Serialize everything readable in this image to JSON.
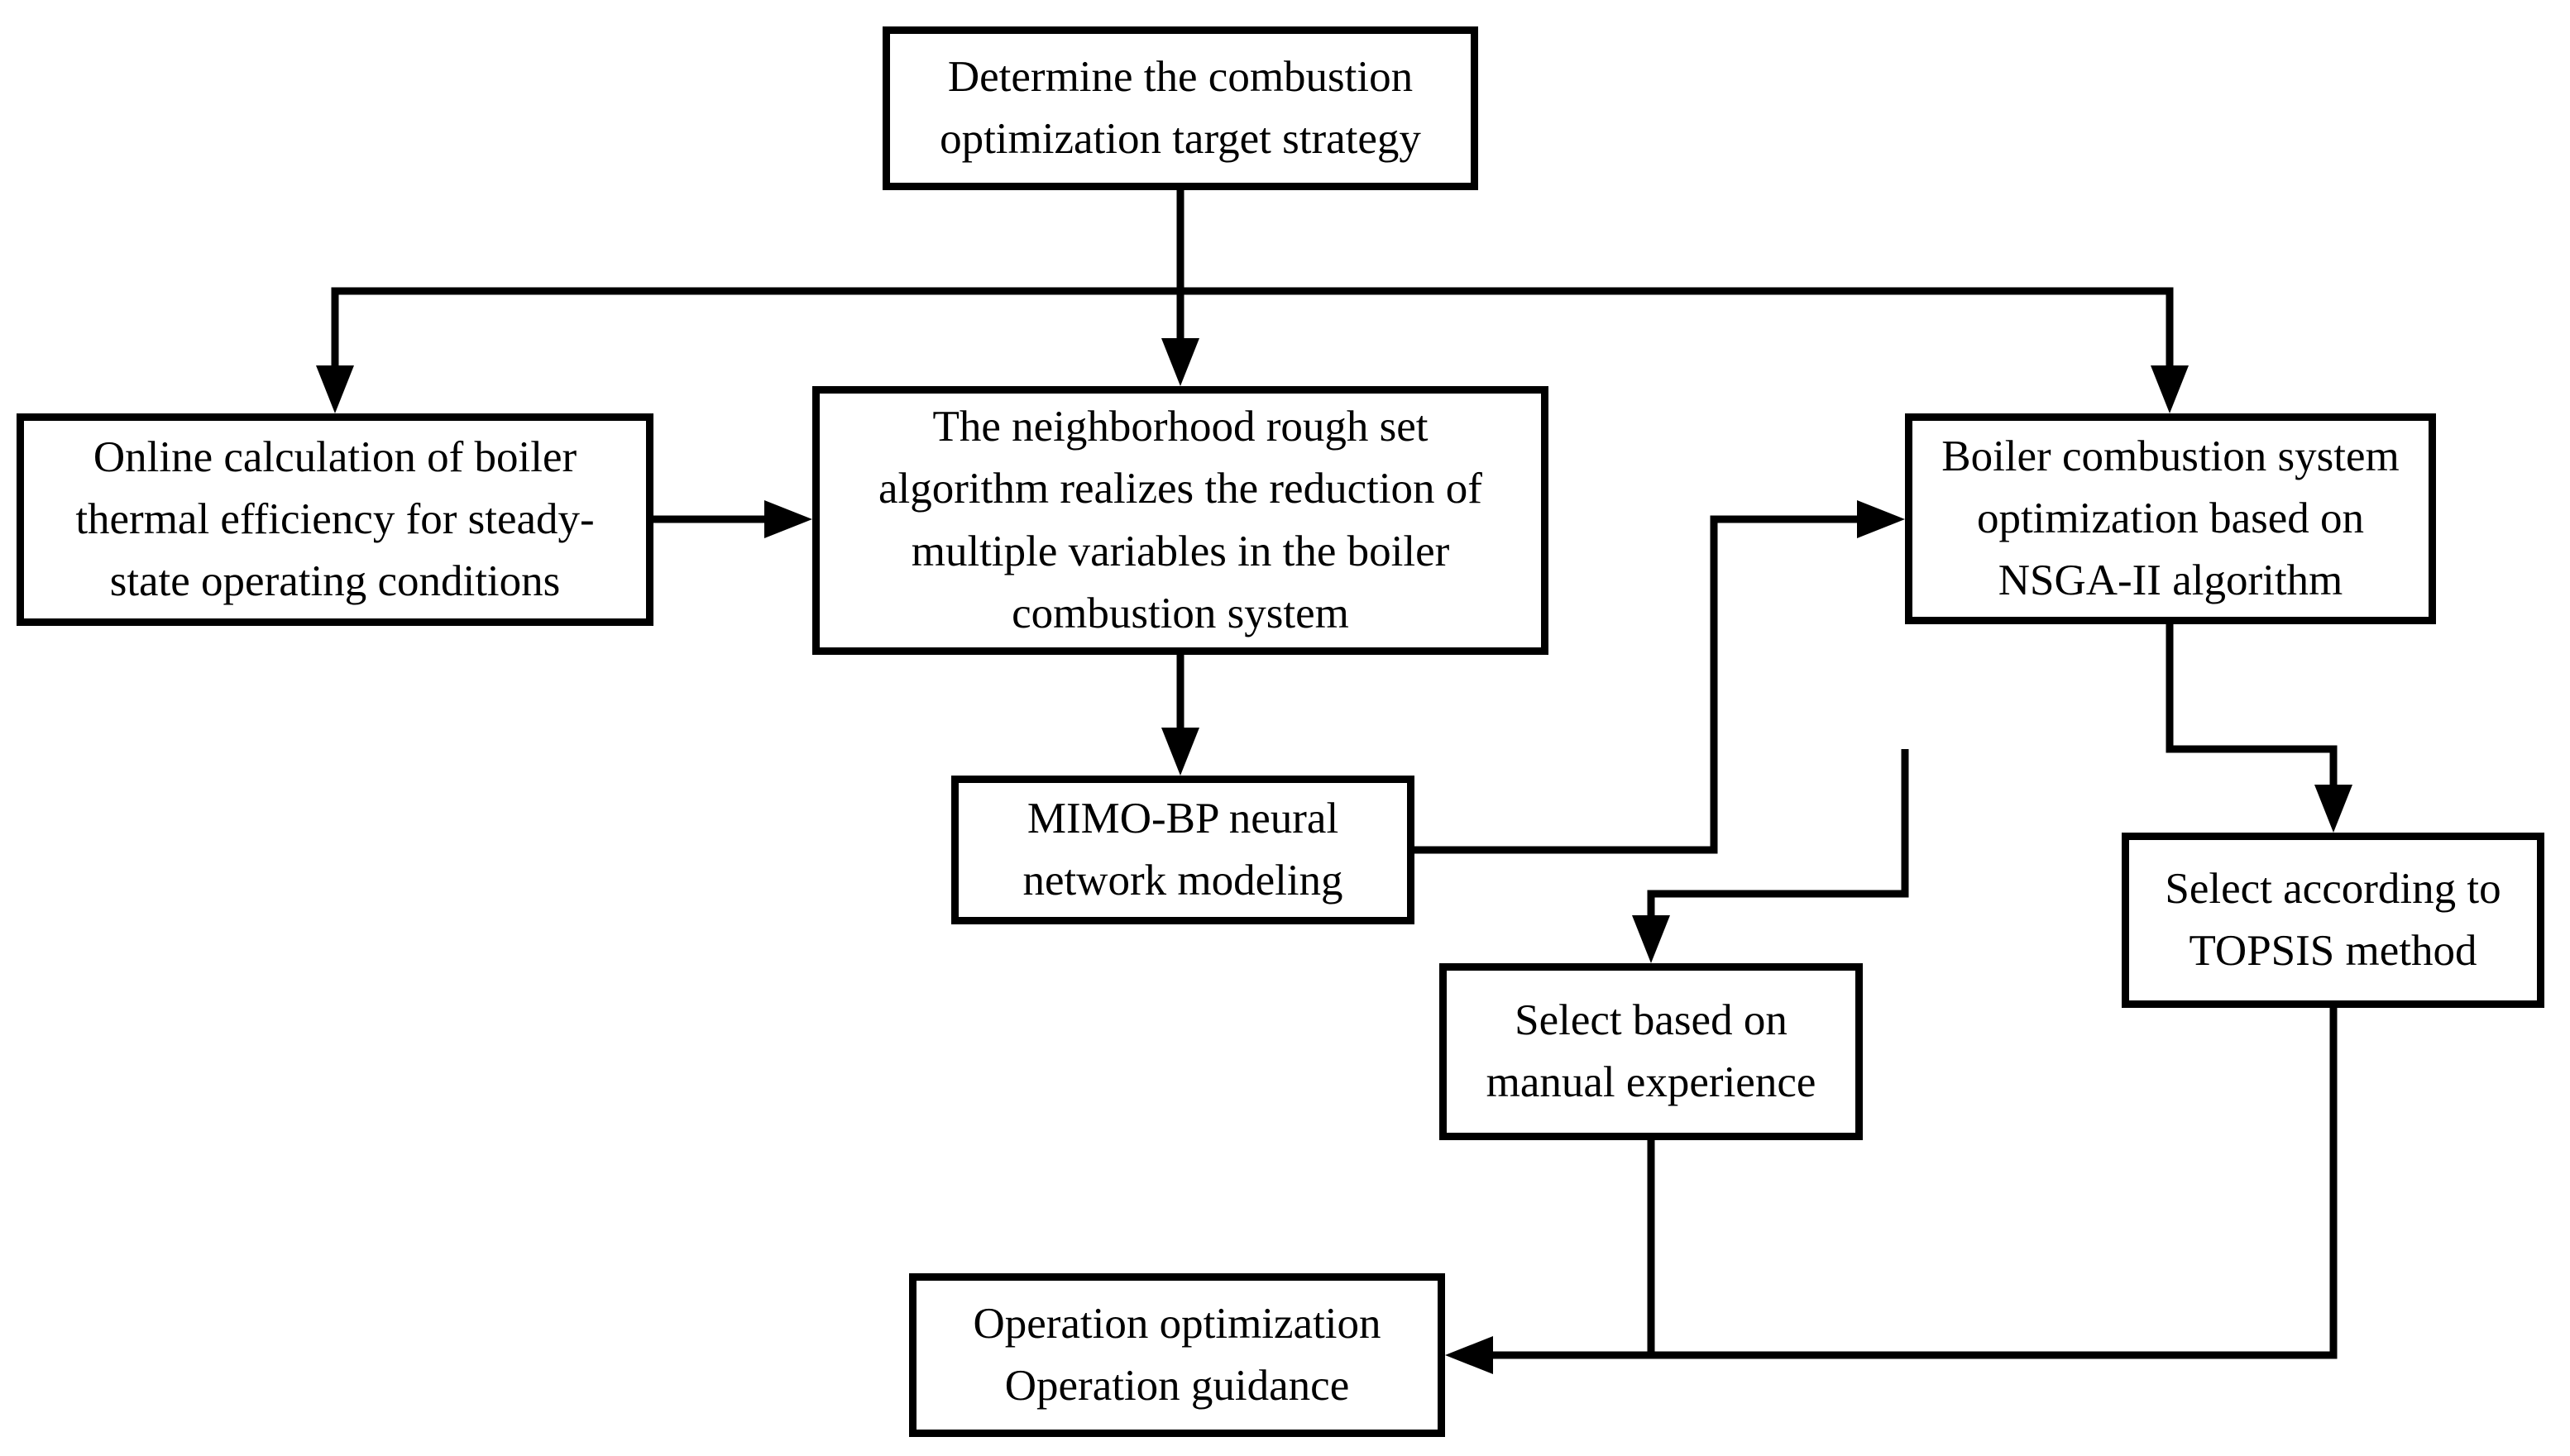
{
  "diagram": {
    "type": "flowchart",
    "background_color": "#ffffff",
    "line_color": "#000000",
    "text_color": "#000000",
    "nodes": {
      "determine": {
        "label": "Determine the combustion optimization target strategy",
        "lines": [
          "Determine the combustion",
          "optimization target strategy"
        ]
      },
      "online": {
        "label": "Online calculation of boiler thermal efficiency for steady-state operating conditions",
        "lines": [
          "Online calculation of boiler",
          "thermal efficiency for steady-",
          "state operating conditions"
        ]
      },
      "roughset": {
        "label": "The neighborhood rough set algorithm realizes the reduction of multiple variables in the boiler combustion system",
        "lines": [
          "The neighborhood rough set",
          "algorithm realizes the reduction of",
          "multiple variables in the boiler",
          "combustion system"
        ]
      },
      "nsga": {
        "label": "Boiler combustion system optimization based on NSGA-II algorithm",
        "lines": [
          "Boiler combustion system",
          "optimization based on",
          "NSGA-II algorithm"
        ]
      },
      "mimo": {
        "label": "MIMO-BP neural network modeling",
        "lines": [
          "MIMO-BP neural",
          "network modeling"
        ]
      },
      "manual": {
        "label": "Select based on manual experience",
        "lines": [
          "Select based on",
          "manual experience"
        ]
      },
      "topsis": {
        "label": "Select according to TOPSIS method",
        "lines": [
          "Select according to",
          "TOPSIS method"
        ]
      },
      "operation": {
        "label": "Operation optimization Operation guidance",
        "lines": [
          "Operation optimization",
          "Operation guidance"
        ]
      }
    },
    "edges": [
      {
        "from": "determine",
        "to": "online"
      },
      {
        "from": "determine",
        "to": "roughset"
      },
      {
        "from": "determine",
        "to": "nsga"
      },
      {
        "from": "online",
        "to": "roughset"
      },
      {
        "from": "roughset",
        "to": "mimo"
      },
      {
        "from": "mimo",
        "to": "nsga"
      },
      {
        "from": "nsga",
        "to": "topsis"
      },
      {
        "from": "nsga",
        "to": "manual"
      },
      {
        "from": "manual",
        "to": "operation"
      },
      {
        "from": "topsis",
        "to": "operation"
      }
    ]
  }
}
